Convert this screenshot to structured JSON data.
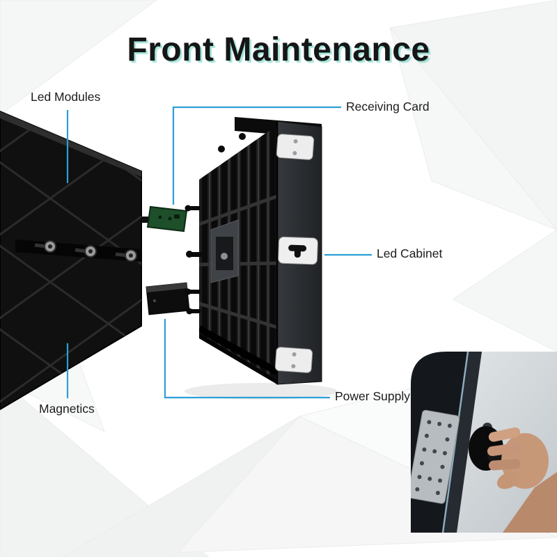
{
  "title": "Front Maintenance",
  "labels": {
    "led_modules": "Led Modules",
    "receiving_card": "Receiving Card",
    "led_cabinet": "Led Cabinet",
    "magnetics": "Magnetics",
    "power_supply": "Power Supply"
  },
  "colors": {
    "leader_line": "#2d9fd6",
    "title_text": "#161616",
    "title_accent": "#1fb8a0",
    "label_text": "#1c1c1c",
    "panel_black": "#111111",
    "receiving_card_green": "#1d4f2a",
    "cabinet_face": "#2a2d30",
    "background": "#ffffff"
  }
}
